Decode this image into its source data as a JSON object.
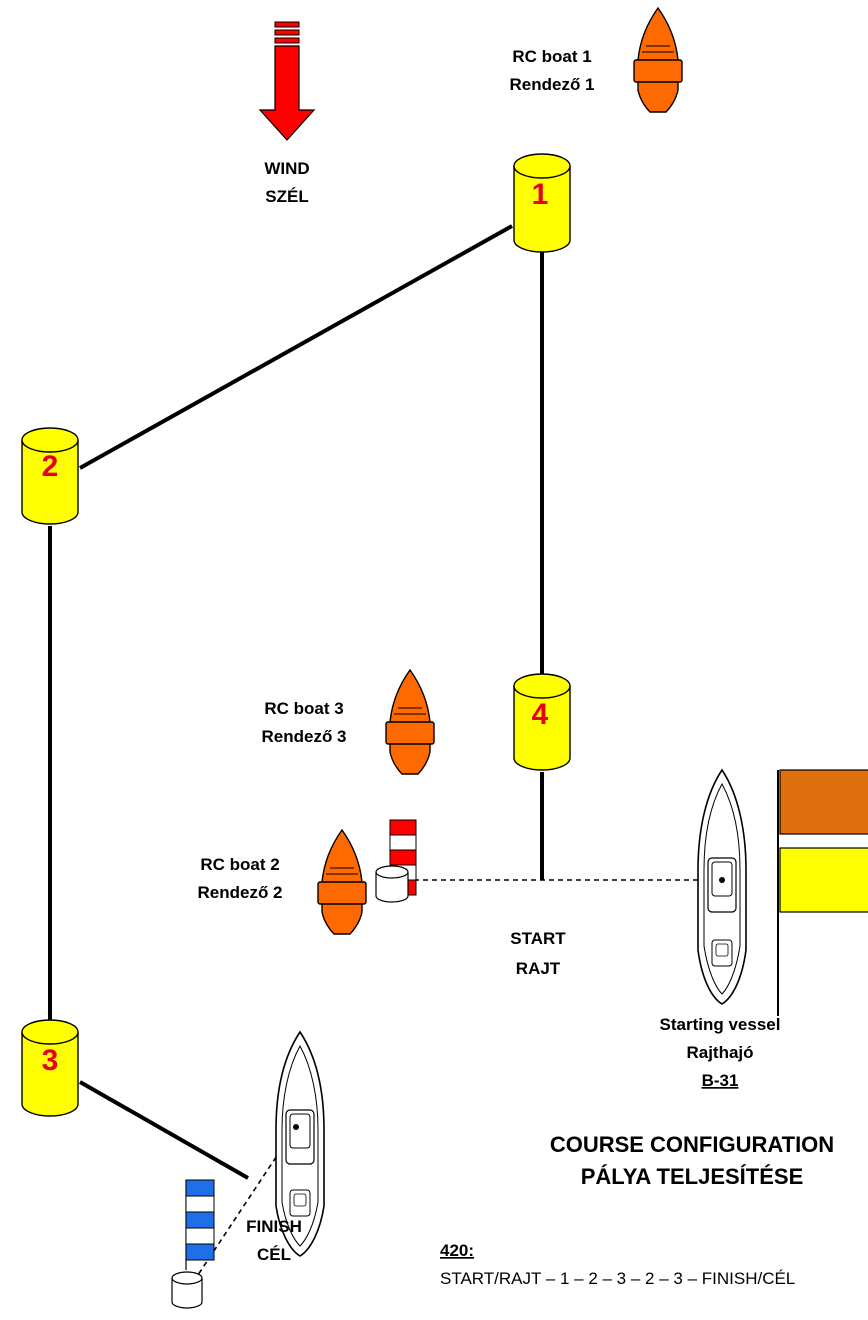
{
  "wind": {
    "line1": "WIND",
    "line2": "SZÉL"
  },
  "marks": [
    {
      "label": "1"
    },
    {
      "label": "2"
    },
    {
      "label": "3"
    },
    {
      "label": "4"
    }
  ],
  "rc_boats": [
    {
      "line1": "RC boat 1",
      "line2": "Rendező 1"
    },
    {
      "line1": "RC boat 3",
      "line2": "Rendező 3"
    },
    {
      "line1": "RC boat 2",
      "line2": "Rendező 2"
    }
  ],
  "start": {
    "line1": "START",
    "line2": "RAJT"
  },
  "finish": {
    "line1": "FINISH",
    "line2": "CÉL"
  },
  "starting_vessel": {
    "line1": "Starting vessel",
    "line2": "Rajthajó",
    "line3": "B-31"
  },
  "course": {
    "title1": "COURSE CONFIGURATION",
    "title2": "PÁLYA TELJESÍTÉSE"
  },
  "class_420": {
    "heading": "420:",
    "route": "START/RAJT – 1 – 2 – 3 – 2 – 3 – FINISH/CÉL"
  },
  "colors": {
    "buoy": "#ffff00",
    "rc_boat": "#ff6a00",
    "flag_orange": "#e0700f",
    "flag_yellow": "#ffff00",
    "wind": "#ff0000",
    "number": "#e8001c",
    "finish_flag": "#1e6fe8"
  }
}
